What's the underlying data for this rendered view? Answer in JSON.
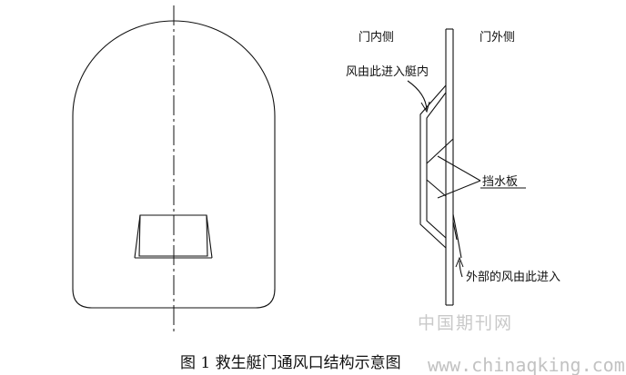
{
  "labels": {
    "door_inner_side": "门内侧",
    "door_outer_side": "门外侧",
    "wind_enters_boat": "风由此进入艇内",
    "baffle": "挡水板",
    "outside_wind_enters": "外部的风由此进入"
  },
  "caption": "图 1  救生艇门通风口结构示意图",
  "watermark": {
    "cn": "中国期刊网",
    "url": "www.chinaqking.com"
  },
  "colors": {
    "line": "#111111",
    "watermark": "#c4c4c4"
  }
}
